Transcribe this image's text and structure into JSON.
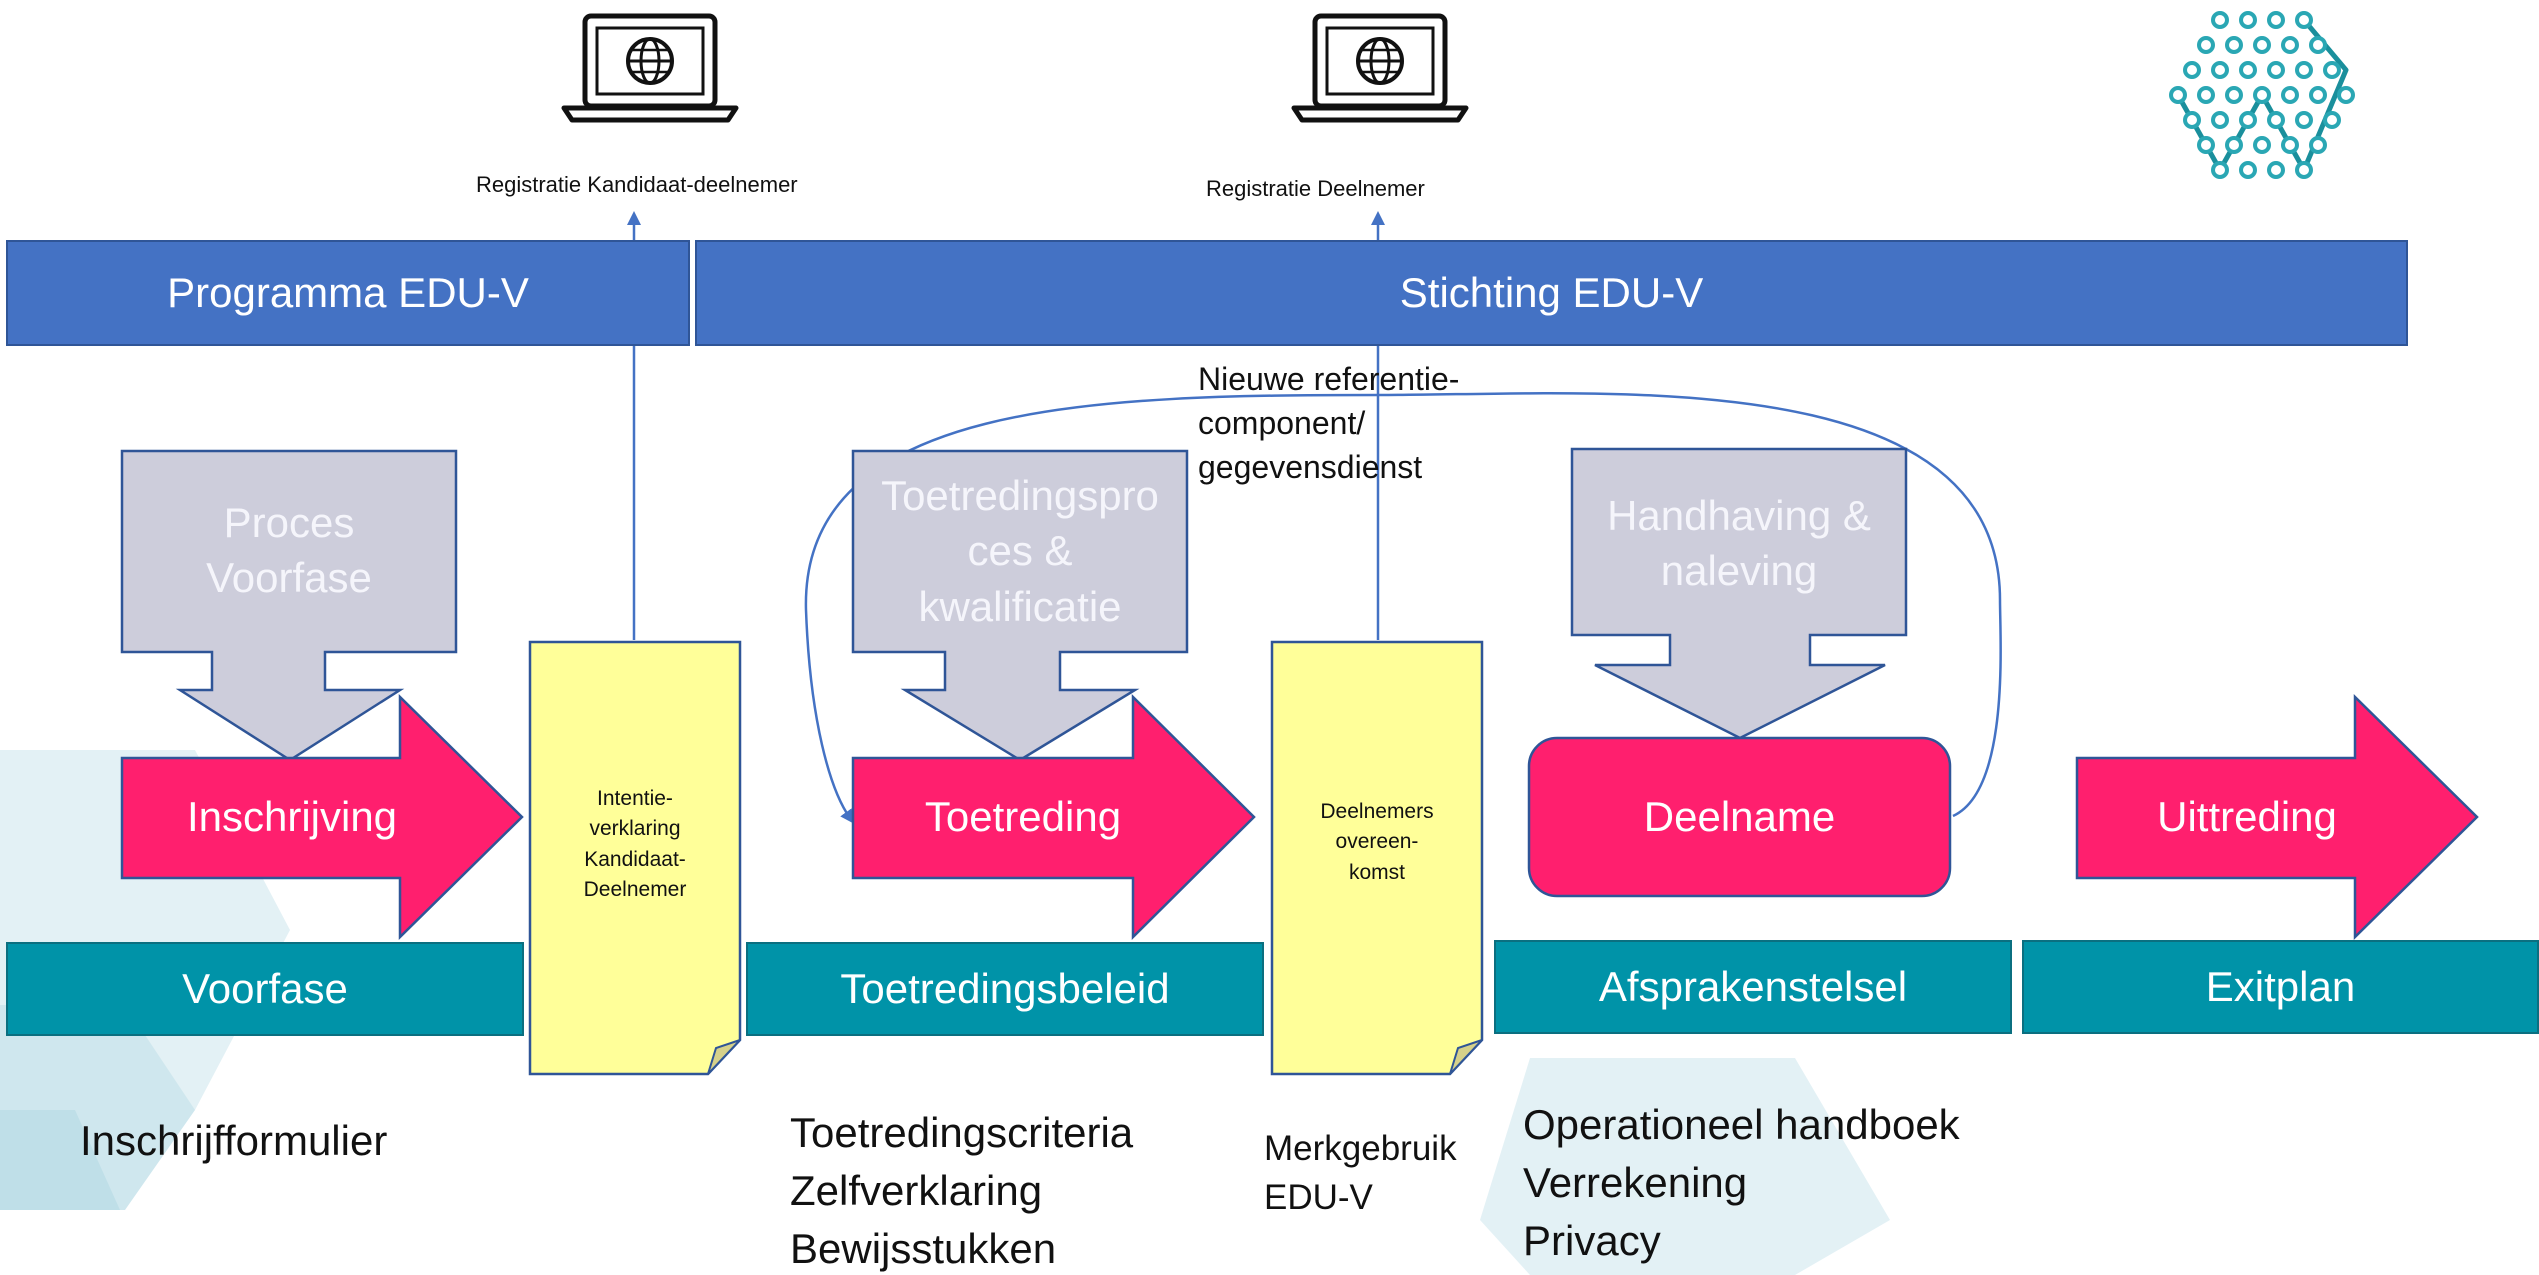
{
  "registrations": {
    "candidate": "Registratie Kandidaat-deelnemer",
    "participant": "Registratie Deelnemer"
  },
  "bands": {
    "programma": "Programma EDU-V",
    "stichting": "Stichting EDU-V"
  },
  "processes": {
    "voorfase": "Proces\nVoorfase",
    "toetreding": "Toetredingspro\nces &\nkwalificatie",
    "handhaving": "Handhaving &\nnaleving"
  },
  "stages": {
    "inschrijving": "Inschrijving",
    "toetreding": "Toetreding",
    "deelname": "Deelname",
    "uittreding": "Uittreding"
  },
  "notes": {
    "intentie": "Intentie-\nverklaring\nKandidaat-\nDeelnemer",
    "overeenkomst": "Deelnemers\novereen-\nkomst"
  },
  "phases": {
    "voorfase": "Voorfase",
    "toetredingsbeleid": "Toetredingsbeleid",
    "afsprakenstelsel": "Afsprakenstelsel",
    "exitplan": "Exitplan"
  },
  "reference_component": "Nieuwe referentie-\ncomponent/\ngegevensdienst",
  "documents": {
    "voorfase": [
      "Inschrijfformulier"
    ],
    "toetreding": [
      "Toetredingscriteria",
      "Zelfverklaring",
      "Bewijsstukken"
    ],
    "merk": [
      "Merkgebruik",
      "EDU-V"
    ],
    "afspraken": [
      "Operationeel handboek",
      "Verrekening",
      "Privacy"
    ]
  },
  "colors": {
    "band": "#4472c4",
    "phase": "#0093a8",
    "stage": "#ff1f6e",
    "process": "#cdcddb",
    "note": "#ffff99",
    "line": "#4472c4",
    "hexagon": "#d6ebf1",
    "logo": "#2aa7b4"
  },
  "icons": {
    "laptop": "laptop-globe-icon",
    "logo": "edu-v-logo-icon"
  }
}
